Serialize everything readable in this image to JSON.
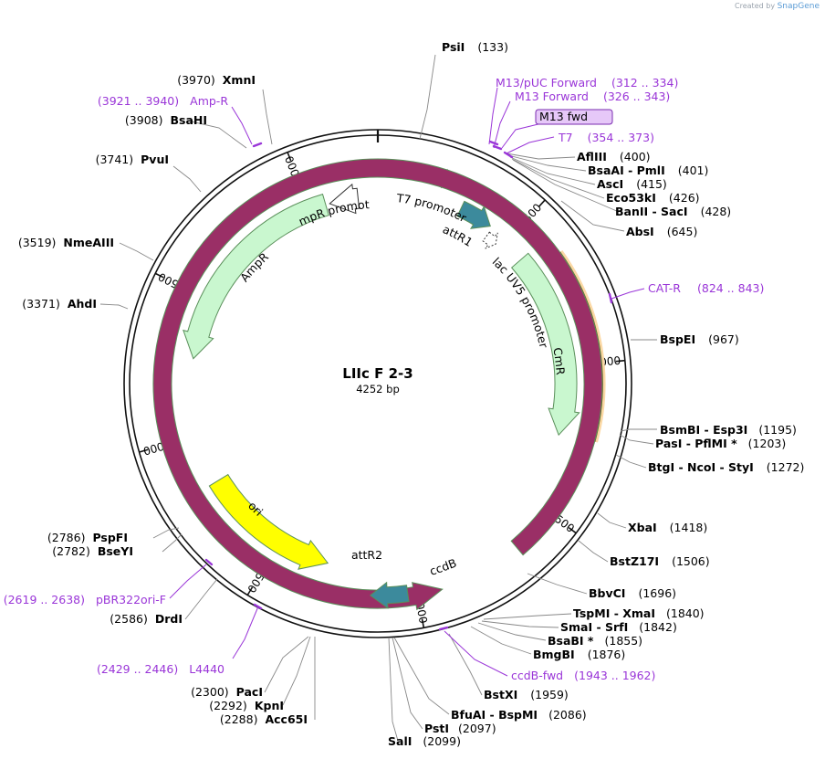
{
  "credit": {
    "prefix": "Created by",
    "brand": "SnapGene"
  },
  "plasmid": {
    "name": "LIIc F 2-3",
    "size_label": "4252 bp",
    "length": 4252
  },
  "ticks": [
    500,
    1000,
    1500,
    2000,
    2500,
    3000,
    3500,
    4000
  ],
  "tick_labels": [
    "500",
    "1000",
    "1500",
    "2000",
    "2500",
    "3000",
    "3500",
    "4000"
  ],
  "features": [
    {
      "name": "AmpR promoter",
      "start": 4180,
      "end": 4075,
      "direction": "ccw",
      "color": "#ffffff"
    },
    {
      "name": "AmpR",
      "start": 4060,
      "end": 3280,
      "direction": "ccw",
      "color": "#c9f7cf"
    },
    {
      "name": "T7 promoter",
      "start": 180,
      "end": 240,
      "direction": "cw",
      "color": "#fff6d0"
    },
    {
      "name": "attR1",
      "start": 300,
      "end": 420,
      "direction": "cw",
      "color": "#3c8a9c"
    },
    {
      "name": "lac UV5 promoter",
      "start": 430,
      "end": 475,
      "direction": "cw",
      "color": "#ffffff"
    },
    {
      "name": "CmR",
      "start": 580,
      "end": 1250,
      "direction": "cw",
      "color": "#c9f7cf"
    },
    {
      "name": "ccdB",
      "start": 1650,
      "end": 1920,
      "direction": "ccw",
      "color": "#9a2f66"
    },
    {
      "name": "attR2",
      "start": 2030,
      "end": 2150,
      "direction": "cw",
      "color": "#3c8a9c"
    },
    {
      "name": "ori",
      "start": 2820,
      "end": 2310,
      "direction": "ccw",
      "color": "#ffff00"
    }
  ],
  "sites": [
    {
      "name": "PsiI",
      "pos": "(133)"
    },
    {
      "name": "AflIII",
      "pos": "(400)"
    },
    {
      "name": "BsaAI  - PmlI",
      "pos": "(401)"
    },
    {
      "name": "AscI",
      "pos": "(415)"
    },
    {
      "name": "Eco53kI",
      "pos": "(426)"
    },
    {
      "name": "BanII  - SacI",
      "pos": "(428)"
    },
    {
      "name": "AbsI",
      "pos": "(645)"
    },
    {
      "name": "BspEI",
      "pos": "(967)"
    },
    {
      "name": "BsmBI  - Esp3I",
      "pos": "(1195)"
    },
    {
      "name": "PasI  - PflMI *",
      "pos": "(1203)"
    },
    {
      "name": "BtgI  - NcoI  - StyI",
      "pos": "(1272)"
    },
    {
      "name": "XbaI",
      "pos": "(1418)"
    },
    {
      "name": "BstZ17I",
      "pos": "(1506)"
    },
    {
      "name": "BbvCI",
      "pos": "(1696)"
    },
    {
      "name": "TspMI  - XmaI",
      "pos": "(1840)"
    },
    {
      "name": "SmaI  - SrfI",
      "pos": "(1842)"
    },
    {
      "name": "BsaBI *",
      "pos": "(1855)"
    },
    {
      "name": "BmgBI",
      "pos": "(1876)"
    },
    {
      "name": "BstXI",
      "pos": "(1959)"
    },
    {
      "name": "BfuAI  - BspMI",
      "pos": "(2086)"
    },
    {
      "name": "PstI",
      "pos": "(2097)"
    },
    {
      "name": "SalI",
      "pos": "(2099)"
    },
    {
      "name": "Acc65I",
      "pos": "(2288)"
    },
    {
      "name": "KpnI",
      "pos": "(2292)"
    },
    {
      "name": "PacI",
      "pos": "(2300)"
    },
    {
      "name": "DrdI",
      "pos": "(2586)"
    },
    {
      "name": "BseYI",
      "pos": "(2782)"
    },
    {
      "name": "PspFI",
      "pos": "(2786)"
    },
    {
      "name": "AhdI",
      "pos": "(3371)"
    },
    {
      "name": "NmeAIII",
      "pos": "(3519)"
    },
    {
      "name": "PvuI",
      "pos": "(3741)"
    },
    {
      "name": "BsaHI",
      "pos": "(3908)"
    },
    {
      "name": "XmnI",
      "pos": "(3970)"
    }
  ],
  "primers": [
    {
      "name": "M13/pUC Forward",
      "range": "(312 .. 334)"
    },
    {
      "name": "M13 Forward",
      "range": "(326 .. 343)"
    },
    {
      "name": "M13 fwd",
      "range": ""
    },
    {
      "name": "T7",
      "range": "(354 .. 373)"
    },
    {
      "name": "CAT-R",
      "range": "(824 .. 843)"
    },
    {
      "name": "ccdB-fwd",
      "range": "(1943 .. 1962)"
    },
    {
      "name": "L4440",
      "range": "(2429 .. 2446)"
    },
    {
      "name": "pBR322ori-F",
      "range": "(2619 .. 2638)"
    },
    {
      "name": "Amp-R",
      "range": "(3921 .. 3940)"
    }
  ],
  "colors": {
    "primer": "#9a36d8",
    "amp_highlight": "#4c7f00",
    "cmr_highlight": "#d9a43a",
    "backbone": "#111111"
  }
}
